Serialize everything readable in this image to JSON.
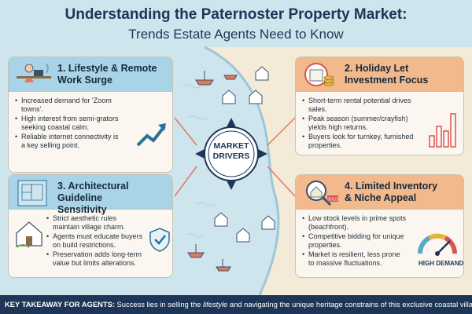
{
  "header": {
    "title": "Understanding the Paternoster Property Market:",
    "subtitle": "Trends Estate Agents Need to Know"
  },
  "center": {
    "label_line1": "MARKET",
    "label_line2": "DRIVERS"
  },
  "cards": [
    {
      "title_line1": "1. Lifestyle & Remote",
      "title_line2": "Work Surge",
      "bullets": [
        "Increased demand for 'Zoom towns'.",
        "High interest from semi-grators seeking coastal calm.",
        "Reliable internet connectivity is a key selling point."
      ]
    },
    {
      "title_line1": "2. Holiday Let",
      "title_line2": "Investment Focus",
      "bullets": [
        "Short-term rental potential drives sales.",
        "Peak season (summer/crayfish) yields high returns.",
        "Buyers look for turnkey, furnished properties."
      ]
    },
    {
      "title_line1": "3. Architectural Guideline",
      "title_line2": "Sensitivity",
      "bullets": [
        "Strict aesthetic rules maintain village charm.",
        "Agents must educate buyers on build restrictions.",
        "Preservation adds long-term value but limits alterations."
      ]
    },
    {
      "title_line1": "4. Limited Inventory",
      "title_line2": "& Niche Appeal",
      "bullets": [
        "Low stock levels in prime spots (beachfront).",
        "Competitive bidding for unique properties.",
        "Market is resilient, less prone to massive fluctuations."
      ],
      "gauge_label": "HIGH DEMAND",
      "sold_sign": "SOLD"
    }
  ],
  "footer": {
    "lead": "KEY TAKEAWAY FOR AGENTS:",
    "text_before": " Success lies in selling the ",
    "emphasis": "lifestyle",
    "text_after": " and navigating the unique heritage constrains of this exclusive coastal village."
  },
  "colors": {
    "navy": "#1d3557",
    "sea": "#bfdcea",
    "land": "#f3ead8",
    "blue_header": "#a9d3e6",
    "orange_header": "#f2b98c",
    "accent_red": "#d9534f"
  },
  "icons": [
    "remote-worker-icon",
    "coins-calendar-icon",
    "blueprint-icon",
    "magnifier-house-icon",
    "compass-icon",
    "trend-arrow-icon",
    "bar-chart-icon",
    "shield-check-icon",
    "demand-gauge-icon",
    "cottage-icon",
    "fishing-boat-icon"
  ]
}
